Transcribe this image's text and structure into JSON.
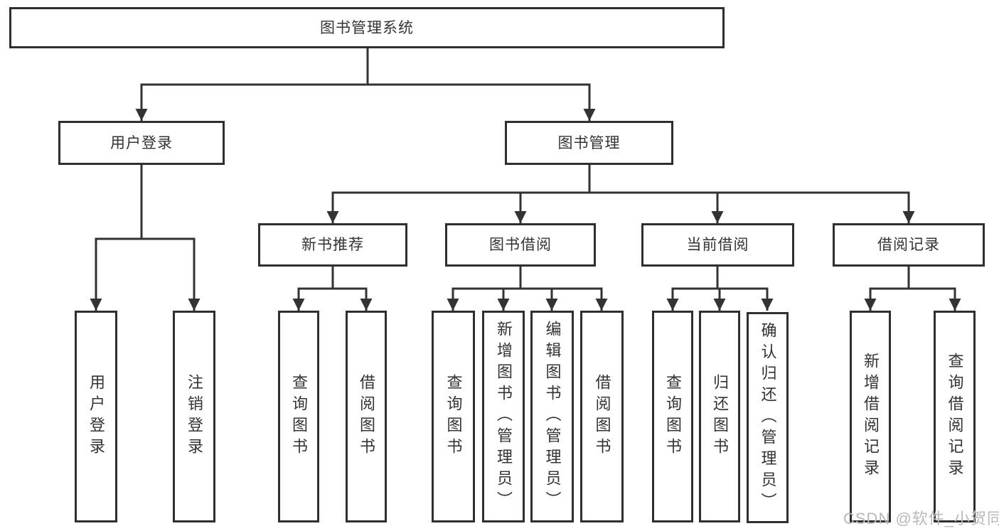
{
  "nodes": {
    "root": "图书管理系统",
    "user_login": "用户登录",
    "book_mgmt": "图书管理",
    "new_books": "新书推荐",
    "book_borrow": "图书借阅",
    "current_borrow": "当前借阅",
    "borrow_records": "借阅记录"
  },
  "leaves": {
    "user_login": [
      "用户登录",
      "注销登录"
    ],
    "new_books": [
      "查询图书",
      "借阅图书"
    ],
    "book_borrow": [
      "查询图书",
      "新增图书（管理员）",
      "编辑图书（管理员）",
      "借阅图书"
    ],
    "current_borrow": [
      "查询图书",
      "归还图书",
      "确认归还（管理员）"
    ],
    "borrow_records": [
      "新增借阅记录",
      "查询借阅记录"
    ]
  },
  "watermark": "CSDN @软件_小贺同学",
  "colors": {
    "line": "#333333",
    "border": "#2f2f2f",
    "text": "#333333",
    "watermark": "#b9b9b9",
    "background": "#ffffff"
  }
}
